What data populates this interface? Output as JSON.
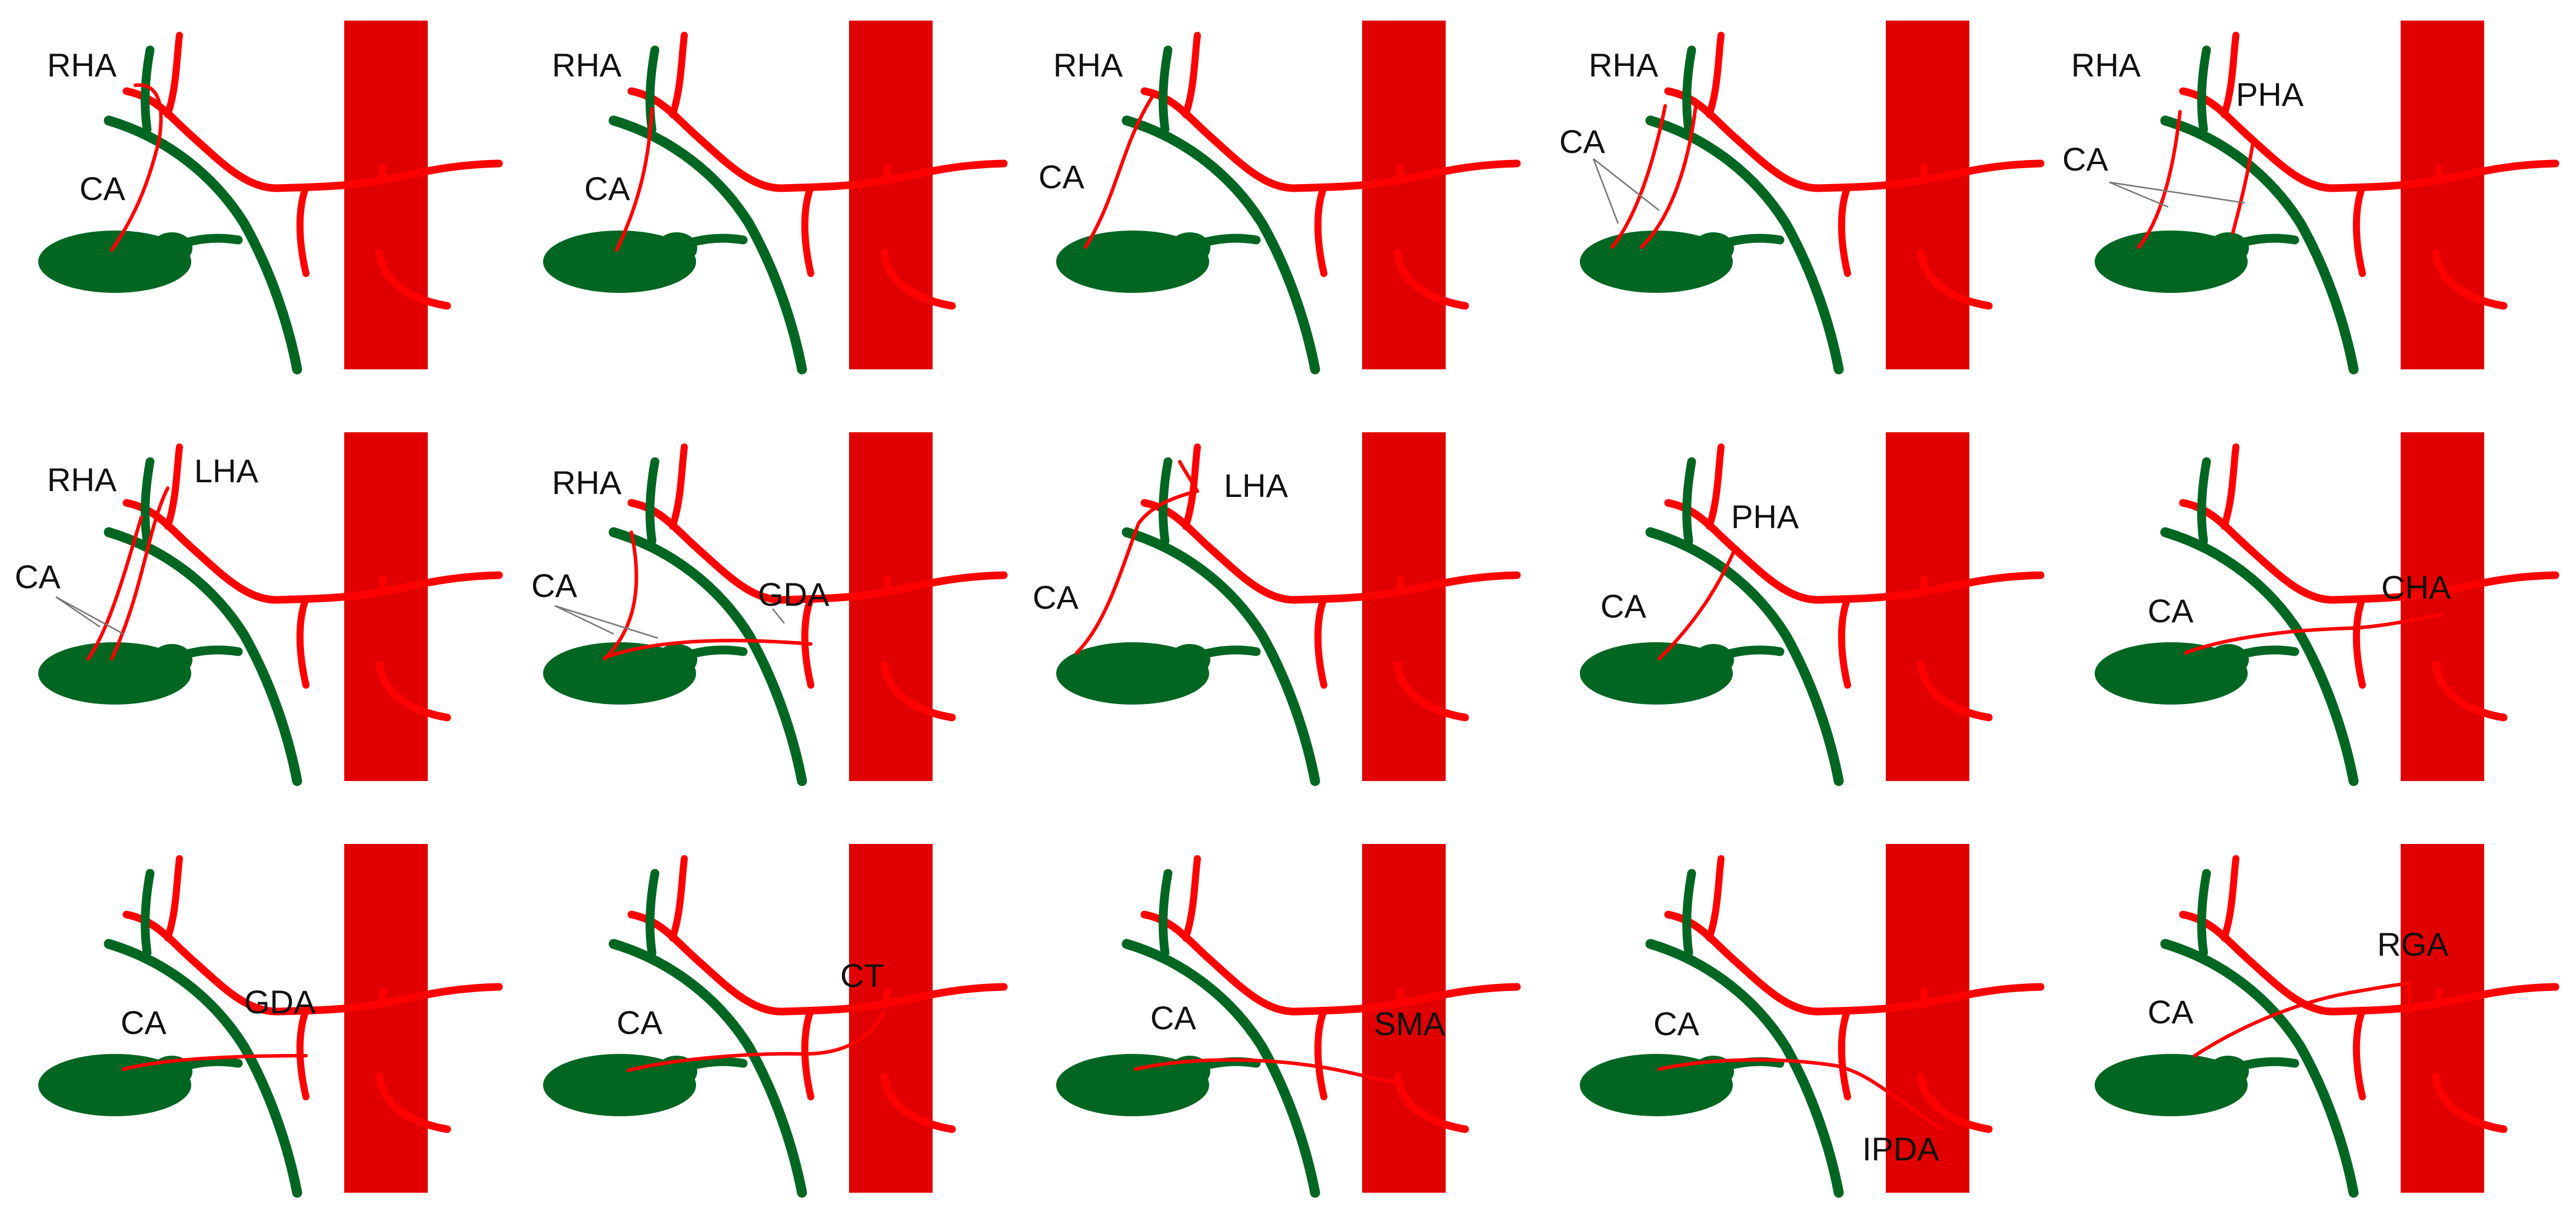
{
  "colors": {
    "artery": "#ff0000",
    "aorta": "#e00000",
    "duct": "#006622",
    "leader": "#777777",
    "label": "#111111"
  },
  "panels": [
    {
      "id": "p1",
      "labels": [
        {
          "key": "rha",
          "text": "RHA"
        },
        {
          "key": "ca",
          "text": "CA"
        }
      ]
    },
    {
      "id": "p2",
      "labels": [
        {
          "key": "rha",
          "text": "RHA"
        },
        {
          "key": "ca",
          "text": "CA"
        }
      ]
    },
    {
      "id": "p3",
      "labels": [
        {
          "key": "rha",
          "text": "RHA"
        },
        {
          "key": "ca",
          "text": "CA"
        }
      ]
    },
    {
      "id": "p4",
      "labels": [
        {
          "key": "rha",
          "text": "RHA"
        },
        {
          "key": "ca",
          "text": "CA"
        }
      ]
    },
    {
      "id": "p5",
      "labels": [
        {
          "key": "rha",
          "text": "RHA"
        },
        {
          "key": "pha",
          "text": "PHA"
        },
        {
          "key": "ca",
          "text": "CA"
        }
      ]
    },
    {
      "id": "p6",
      "labels": [
        {
          "key": "rha",
          "text": "RHA"
        },
        {
          "key": "lha",
          "text": "LHA"
        },
        {
          "key": "ca",
          "text": "CA"
        }
      ]
    },
    {
      "id": "p7",
      "labels": [
        {
          "key": "rha",
          "text": "RHA"
        },
        {
          "key": "gda",
          "text": "GDA"
        },
        {
          "key": "ca",
          "text": "CA"
        }
      ]
    },
    {
      "id": "p8",
      "labels": [
        {
          "key": "lha",
          "text": "LHA"
        },
        {
          "key": "ca",
          "text": "CA"
        }
      ]
    },
    {
      "id": "p9",
      "labels": [
        {
          "key": "pha",
          "text": "PHA"
        },
        {
          "key": "ca",
          "text": "CA"
        }
      ]
    },
    {
      "id": "p10",
      "labels": [
        {
          "key": "cha",
          "text": "CHA"
        },
        {
          "key": "ca",
          "text": "CA"
        }
      ]
    },
    {
      "id": "p11",
      "labels": [
        {
          "key": "gda",
          "text": "GDA"
        },
        {
          "key": "ca",
          "text": "CA"
        }
      ]
    },
    {
      "id": "p12",
      "labels": [
        {
          "key": "ct",
          "text": "CT"
        },
        {
          "key": "ca",
          "text": "CA"
        }
      ]
    },
    {
      "id": "p13",
      "labels": [
        {
          "key": "ca",
          "text": "CA"
        },
        {
          "key": "sma",
          "text": "SMA"
        }
      ]
    },
    {
      "id": "p14",
      "labels": [
        {
          "key": "ca",
          "text": "CA"
        },
        {
          "key": "ipda",
          "text": "IPDA"
        }
      ]
    },
    {
      "id": "p15",
      "labels": [
        {
          "key": "rga",
          "text": "RGA"
        },
        {
          "key": "ca",
          "text": "CA"
        }
      ]
    }
  ]
}
